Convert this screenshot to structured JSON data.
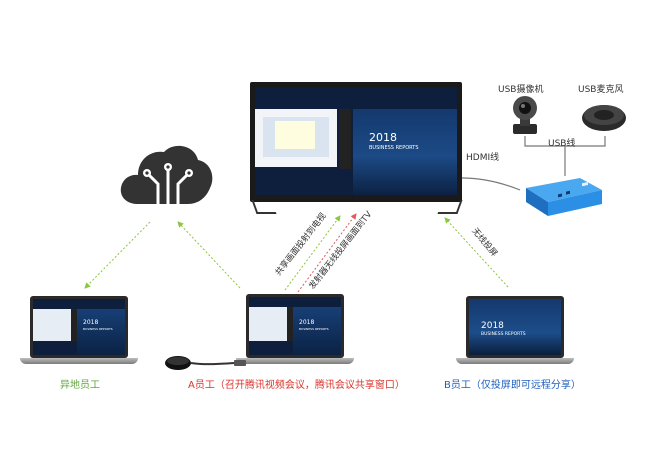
{
  "colors": {
    "green_label": "#5fa53a",
    "red_label": "#d9342b",
    "blue_label": "#1f5fbf",
    "cloud": "#333333",
    "hub": "#2b8fe6"
  },
  "devices": {
    "usb_camera": "USB摄像机",
    "usb_mic": "USB麦克风",
    "usb_line": "USB线",
    "hdmi_line": "HDMI线"
  },
  "tv_screen": {
    "year": "2018",
    "subtitle": "BUSINESS REPORTS"
  },
  "laptop_b_screen": {
    "year": "2018",
    "subtitle": "BUSINESS REPORTS"
  },
  "laptop_remote_screen": {
    "year": "2018",
    "subtitle": "BUSINESS REPORTS"
  },
  "laptop_a_screen": {
    "year": "2018",
    "subtitle": "BUSINESS REPORTS"
  },
  "arrows": {
    "share_to_tv": "共享画面投射到电视",
    "wireless_cast_a": "发射器无线投屏画面到TV",
    "wireless_cast_b": "无线投屏"
  },
  "people": {
    "remote": "异地员工",
    "a": "A员工（召开腾讯视频会议，腾讯会议共享窗口）",
    "b": "B员工（仅投屏即可远程分享）"
  },
  "icons": {
    "cloud": "cloud-network-icon",
    "camera": "camera-icon",
    "mic": "speakerphone-icon",
    "hub": "conference-hub-icon",
    "dongle": "wireless-dongle-icon"
  }
}
